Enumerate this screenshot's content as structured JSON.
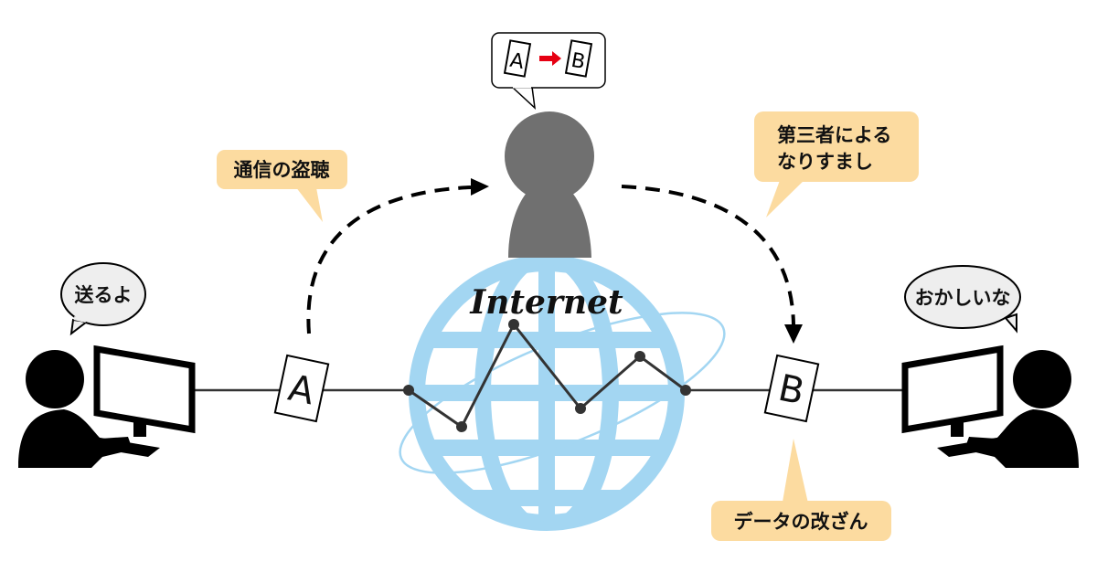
{
  "sender": {
    "bubble": "送るよ"
  },
  "receiver": {
    "bubble": "おかしいな"
  },
  "attacker": {
    "doc_from": "A",
    "doc_to": "B"
  },
  "network": {
    "label": "Internet"
  },
  "documents": {
    "sent": "A",
    "received": "B"
  },
  "threats": {
    "eavesdropping": "通信の盗聴",
    "spoofing_line1": "第三者による",
    "spoofing_line2": "なりすまし",
    "tampering": "データの改ざん"
  },
  "colors": {
    "globe": "#a3d6f2",
    "tag": "#fcdba0",
    "attacker": "#707070",
    "arrow": "#e60012"
  }
}
